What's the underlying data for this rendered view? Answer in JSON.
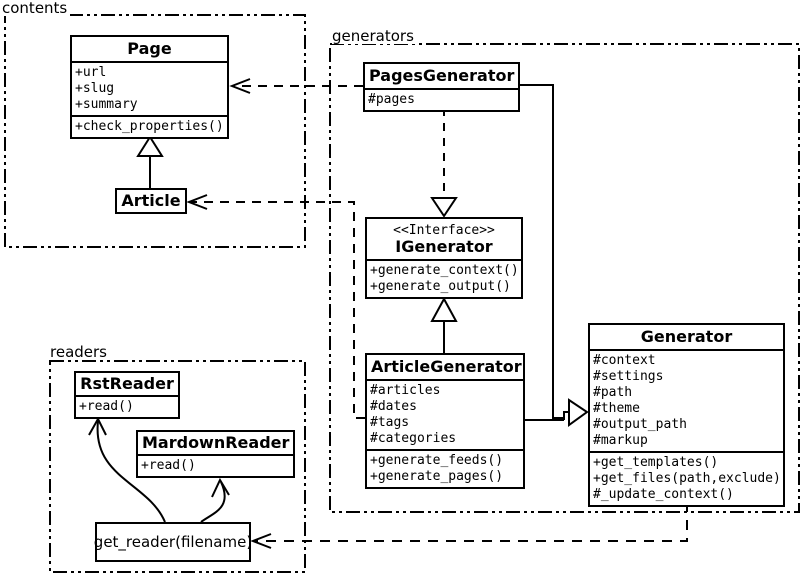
{
  "packages": {
    "contents": {
      "label": "contents"
    },
    "generators": {
      "label": "generators"
    },
    "readers": {
      "label": "readers"
    }
  },
  "classes": {
    "page": {
      "name": "Page",
      "attributes": [
        "+url",
        "+slug",
        "+summary"
      ],
      "methods": [
        "+check_properties()"
      ]
    },
    "article": {
      "name": "Article"
    },
    "pages_generator": {
      "name": "PagesGenerator",
      "attributes": [
        "#pages"
      ]
    },
    "igenerator": {
      "stereotype": "<<Interface>>",
      "name": "IGenerator",
      "methods": [
        "+generate_context()",
        "+generate_output()"
      ]
    },
    "article_generator": {
      "name": "ArticleGenerator",
      "attributes": [
        "#articles",
        "#dates",
        "#tags",
        "#categories"
      ],
      "methods": [
        "+generate_feeds()",
        "+generate_pages()"
      ]
    },
    "generator": {
      "name": "Generator",
      "attributes": [
        "#context",
        "#settings",
        "#path",
        "#theme",
        "#output_path",
        "#markup"
      ],
      "methods": [
        "+get_templates()",
        "+get_files(path,exclude)",
        "#_update_context()"
      ]
    },
    "rst_reader": {
      "name": "RstReader",
      "methods": [
        "+read()"
      ]
    },
    "mardown_reader": {
      "name": "MardownReader",
      "methods": [
        "+read()"
      ]
    },
    "get_reader": {
      "label": "get_reader(filename)"
    }
  },
  "relationships": [
    {
      "from": "Article",
      "to": "Page",
      "type": "generalization"
    },
    {
      "from": "PagesGenerator",
      "to": "Page",
      "type": "dependency"
    },
    {
      "from": "ArticleGenerator",
      "to": "Article",
      "type": "dependency"
    },
    {
      "from": "PagesGenerator",
      "to": "IGenerator",
      "type": "realization"
    },
    {
      "from": "ArticleGenerator",
      "to": "IGenerator",
      "type": "generalization"
    },
    {
      "from": "PagesGenerator",
      "to": "Generator",
      "type": "generalization"
    },
    {
      "from": "ArticleGenerator",
      "to": "Generator",
      "type": "generalization"
    },
    {
      "from": "Generator",
      "to": "get_reader(filename)",
      "type": "dependency"
    },
    {
      "from": "get_reader(filename)",
      "to": "RstReader",
      "type": "arrow"
    },
    {
      "from": "get_reader(filename)",
      "to": "MardownReader",
      "type": "arrow"
    }
  ],
  "colors": {
    "line": "#000000",
    "background": "#ffffff",
    "box_fill": "#ffffff"
  }
}
